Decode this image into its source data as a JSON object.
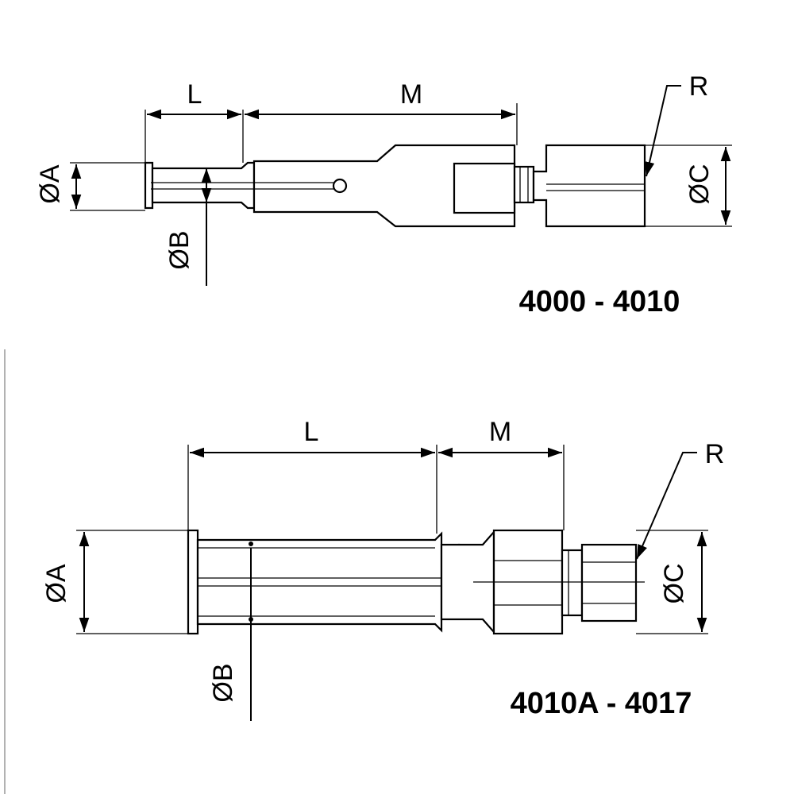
{
  "top_drawing": {
    "title": "4000 - 4010",
    "dims": {
      "L": "L",
      "M": "M",
      "R": "R",
      "A": "ØA",
      "B": "ØB",
      "C": "ØC"
    }
  },
  "bottom_drawing": {
    "title": "4010A - 4017",
    "dims": {
      "L": "L",
      "M": "M",
      "R": "R",
      "A": "ØA",
      "B": "ØB",
      "C": "ØC"
    }
  }
}
